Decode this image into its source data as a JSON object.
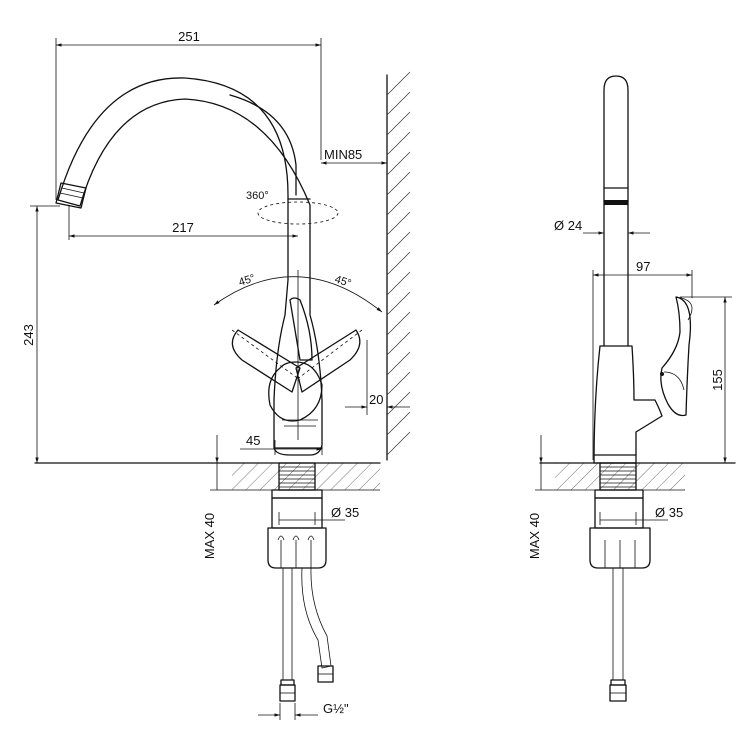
{
  "dimensions": {
    "d251": "251",
    "d217": "217",
    "d243": "243",
    "d45": "45",
    "d20": "20",
    "min85": "MIN85",
    "rot360": "360°",
    "ang_left": "45°",
    "ang_right": "45°",
    "dia35_front": "Ø 35",
    "max40_front": "MAX 40",
    "thread": "G½\"",
    "dia24": "Ø 24",
    "d97": "97",
    "d155": "155",
    "dia35_side": "Ø 35",
    "max40_side": "MAX 40"
  }
}
